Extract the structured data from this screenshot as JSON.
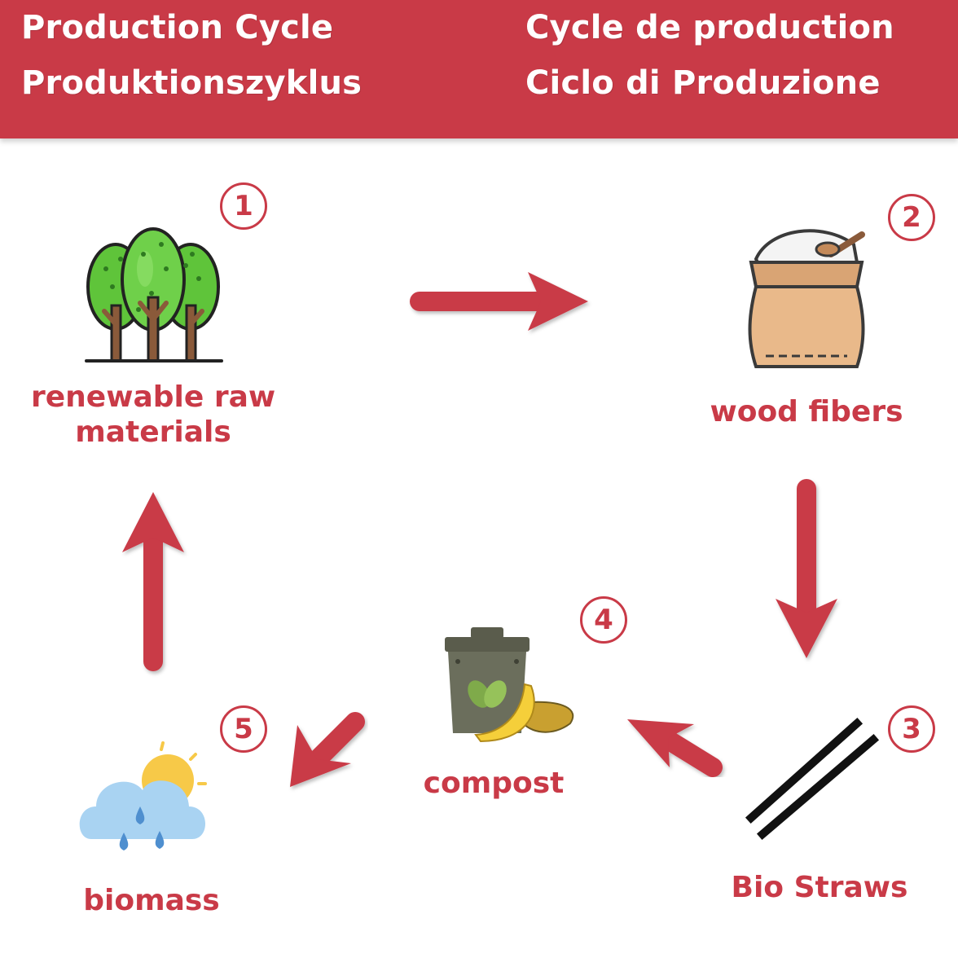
{
  "header": {
    "title_en": "Production Cycle",
    "title_de": "Produktionszyklus",
    "title_fr": "Cycle de production",
    "title_it": "Ciclo di Produzione"
  },
  "steps": [
    {
      "number": "1",
      "label_line1": "renewable raw",
      "label_line2": "materials",
      "icon": "trees-icon"
    },
    {
      "number": "2",
      "label_line1": "wood fibers",
      "icon": "sack-icon"
    },
    {
      "number": "3",
      "label_line1": "Bio Straws",
      "icon": "straws-icon"
    },
    {
      "number": "4",
      "label_line1": "compost",
      "icon": "compost-bin-icon"
    },
    {
      "number": "5",
      "label_line1": "biomass",
      "icon": "cloud-rain-sun-icon"
    }
  ],
  "colors": {
    "accent": "#c93a47",
    "arrow": "#c93a47",
    "tree_green": "#5fc43a",
    "sack_tan": "#e9b98a",
    "bin_gray": "#6b6e5c",
    "banana": "#f5cf3a",
    "cloud": "#a9d3f2",
    "sun": "#f7c948",
    "straw": "#111111"
  }
}
